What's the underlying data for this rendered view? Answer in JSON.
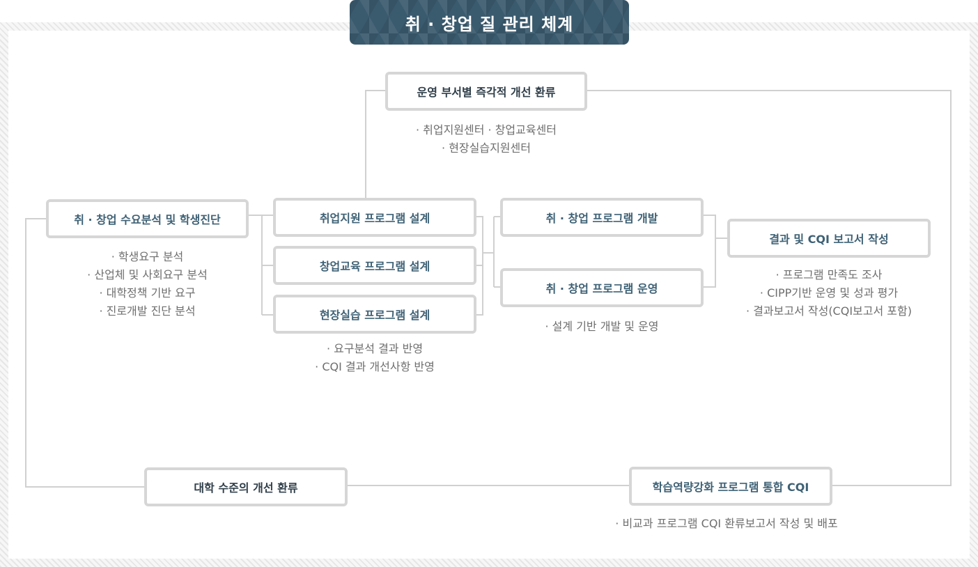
{
  "title": "취 · 창업 질 관리 체계",
  "boxes": {
    "feedback_dept": "운영 부서별 즉각적 개선 환류",
    "demand_analysis": "취 · 창업 수요분석 및 학생진단",
    "employment_design": "취업지원 프로그램 설계",
    "startup_design": "창업교육 프로그램 설계",
    "field_design": "현장실습 프로그램 설계",
    "program_dev": "취 · 창업 프로그램 개발",
    "program_ops": "취 · 창업 프로그램 운영",
    "cqi_report": "결과 및 CQI 보고서 작성",
    "univ_feedback": "대학 수준의 개선 환류",
    "integrated_cqi": "학습역량강화 프로그램 통합 CQI"
  },
  "notes": {
    "feedback_dept": [
      "· 취업지원센터 · 창업교육센터",
      "· 현장실습지원센터"
    ],
    "demand_analysis": [
      "· 학생요구 분석",
      "· 산업체 및 사회요구 분석",
      "· 대학정책 기반 요구",
      "· 진로개발 진단 분석"
    ],
    "design": [
      "· 요구분석 결과 반영",
      "· CQI 결과 개선사항 반영"
    ],
    "dev_ops": [
      "· 설계 기반 개발 및 운영"
    ],
    "cqi_report": [
      "· 프로그램 만족도 조사",
      "· CIPP기반 운영 및 성과 평가",
      "· 결과보고서 작성(CQI보고서 포함)"
    ],
    "integrated_cqi": [
      "· 비교과 프로그램 CQI 환류보고서 작성 및 배포"
    ]
  },
  "colors": {
    "banner": "#3a5a6e",
    "box_border": "#d6d6d6",
    "connector": "#d0d0d0",
    "box_text_dark": "#2f3e49",
    "box_text_teal": "#3e6175",
    "note_text": "#6e6e6e"
  }
}
